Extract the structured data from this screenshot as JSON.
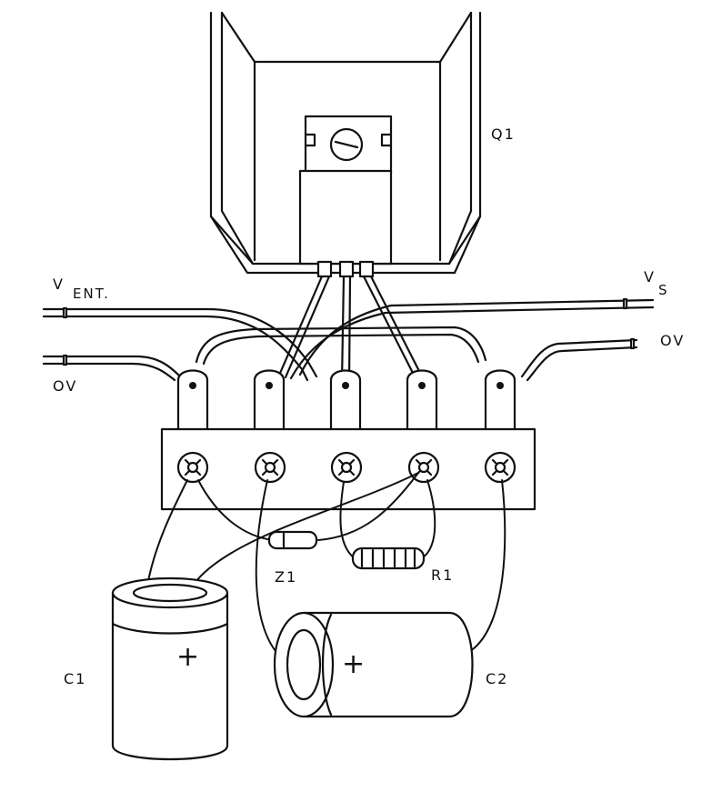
{
  "labels": {
    "q1": "Q1",
    "v_ent_main": "V",
    "v_ent_sub": "ENT.",
    "vs_main": "V",
    "vs_sub": "S",
    "ov_left": "OV",
    "ov_right": "OV",
    "z1": "Z1",
    "r1": "R1",
    "c1": "C1",
    "c2": "C2",
    "c1_plus": "+",
    "c2_plus": "+"
  }
}
